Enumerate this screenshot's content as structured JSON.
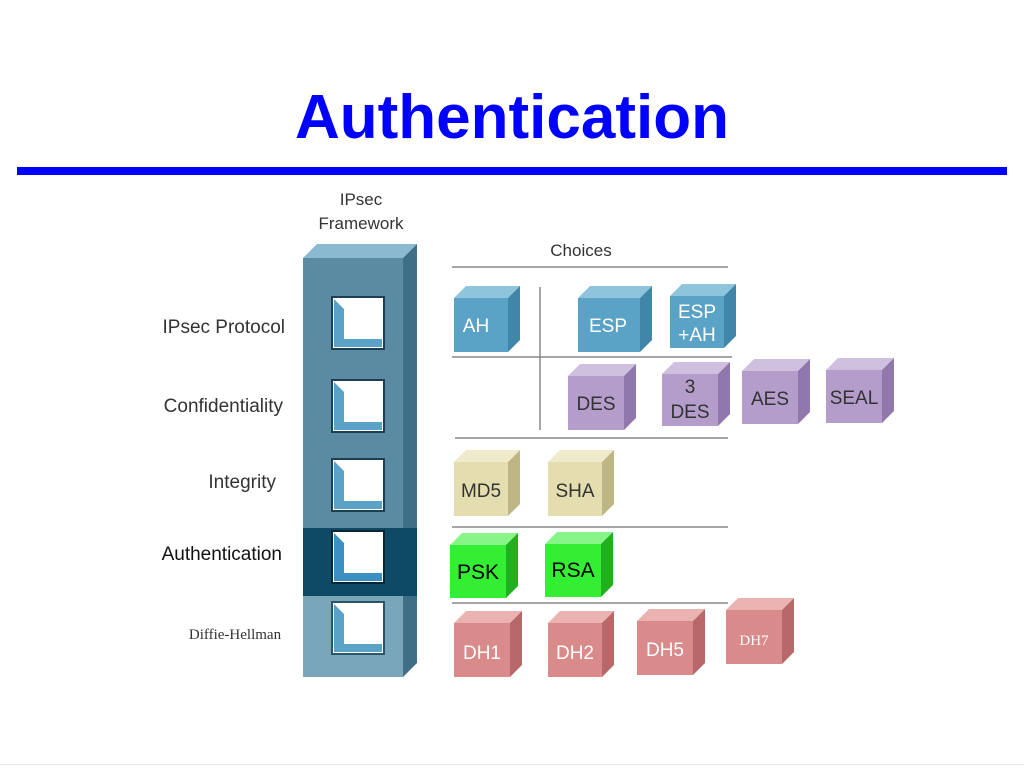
{
  "slide": {
    "title": "Authentication"
  },
  "framework": {
    "heading_line1": "IPsec",
    "heading_line2": "Framework"
  },
  "choices": {
    "heading": "Choices"
  },
  "rows": {
    "protocol": "IPsec Protocol",
    "confidentiality": "Confidentiality",
    "integrity": "Integrity",
    "authentication": "Authentication",
    "diffie_hellman": "Diffie-Hellman"
  },
  "options": {
    "ah": "AH",
    "esp": "ESP",
    "esp_ah_line1": "ESP",
    "esp_ah_line2": "+AH",
    "des": "DES",
    "des3_line1": "3",
    "des3_line2": "DES",
    "aes": "AES",
    "seal": "SEAL",
    "md5": "MD5",
    "sha": "SHA",
    "psk": "PSK",
    "rsa": "RSA",
    "dh1": "DH1",
    "dh2": "DH2",
    "dh5": "DH5",
    "dh7": "DH7"
  },
  "colors": {
    "title": "#0000ff",
    "protocol_cube": "#5ba3c6",
    "confidentiality_cube": "#b49ccb",
    "integrity_cube": "#e3ddb0",
    "authentication_cube": "#33ee33",
    "dh_cube": "#d98a8a",
    "framework_column": "#5b8ba3",
    "highlight_row": "#0e4a66"
  }
}
